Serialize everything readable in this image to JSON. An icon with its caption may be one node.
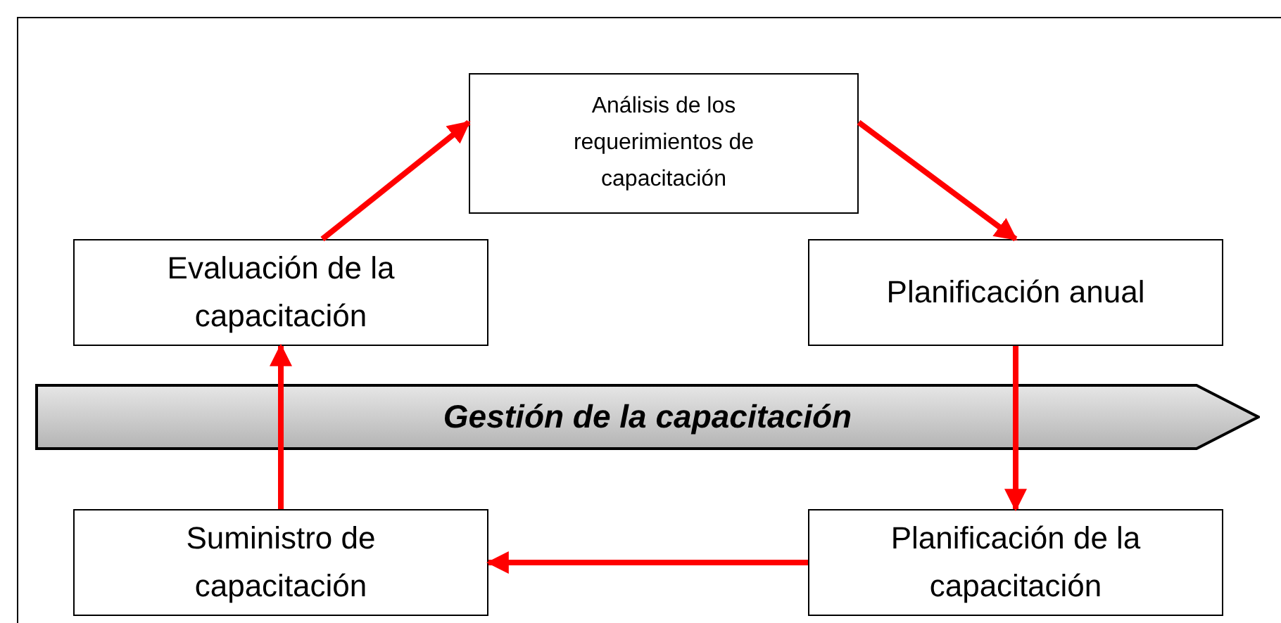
{
  "diagram": {
    "nodes": [
      {
        "text": [
          "Análisis de los requerimientos de capacitación"
        ]
      },
      {
        "text": [
          "Planificación anual"
        ]
      },
      {
        "text": [
          "Gestión de la capacitación"
        ]
      },
      {
        "text": [
          "Planificación de la capacitación"
        ]
      },
      {
        "text": [
          "Suministro de capacitación"
        ]
      },
      {
        "text": [
          "Evaluación de la capacitación"
        ]
      }
    ],
    "edges": [
      {
        "from": 0,
        "to": 1,
        "arrow": "to"
      },
      {
        "from": 1,
        "to": 3,
        "arrow": "to"
      },
      {
        "from": 3,
        "to": 4,
        "arrow": "to"
      },
      {
        "from": 4,
        "to": 5,
        "arrow": "to"
      },
      {
        "from": 5,
        "to": 0,
        "arrow": "to"
      }
    ]
  }
}
